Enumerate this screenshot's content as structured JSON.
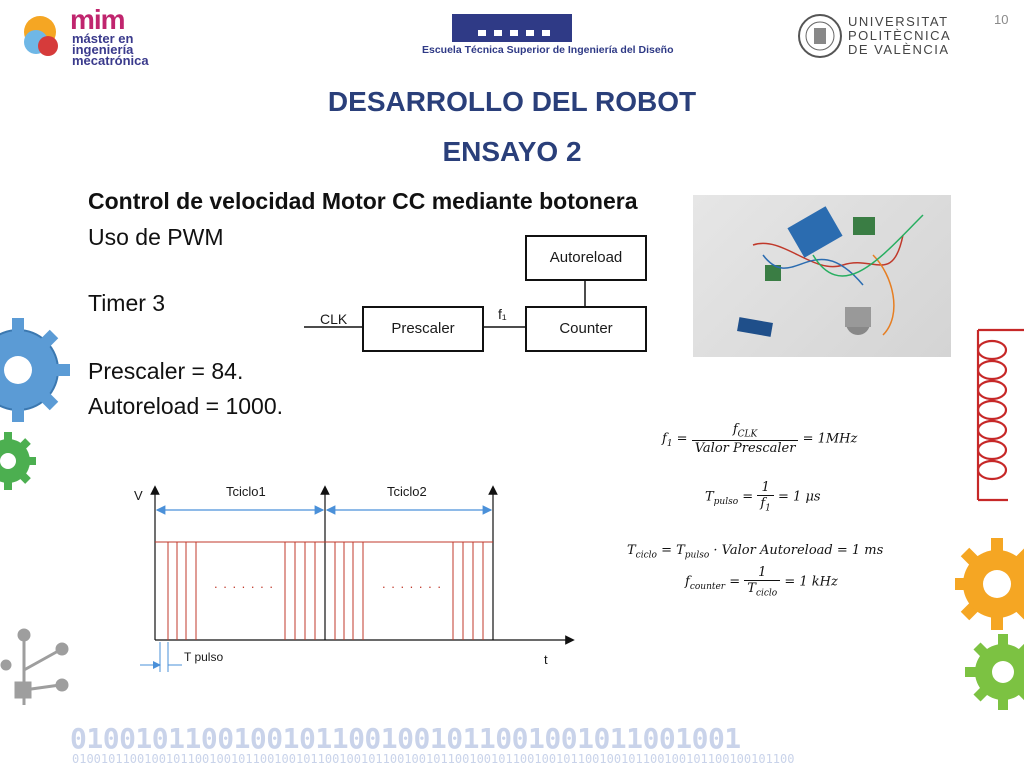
{
  "page_number": "10",
  "logos": {
    "mim_big": "mim",
    "mim_lines": [
      "máster en",
      "ingeniería",
      "mecatrónica"
    ],
    "etsid": "Escuela Técnica Superior de Ingeniería del Diseño",
    "upv_lines": [
      "UNIVERSITAT",
      "POLITÈCNICA",
      "DE VALÈNCIA"
    ]
  },
  "title": "DESARROLLO DEL ROBOT",
  "subtitle": "ENSAYO 2",
  "body": {
    "heading": "Control de velocidad Motor CC mediante botonera",
    "line1": "Uso de PWM",
    "line2": "Timer 3",
    "line3": "Prescaler = 84.",
    "line4": "Autoreload = 1000."
  },
  "block_diagram": {
    "autoreload": "Autoreload",
    "prescaler": "Prescaler",
    "counter": "Counter",
    "clk": "CLK",
    "f1": "f₁"
  },
  "pwm_diagram": {
    "v_label": "V",
    "t_label": "t",
    "tciclo1": "Tciclo1",
    "tciclo2": "Tciclo2",
    "tpulso": "T pulso",
    "dots": ". . . . . . ."
  },
  "equations": {
    "f1_lhs": "f",
    "f1_num": "f",
    "f1_den": "Valor Prescaler",
    "f1_rhs": "= 1MHz",
    "tpulso_lhs": "T",
    "tpulso_num": "1",
    "tpulso_den": "f",
    "tpulso_rhs": "= 1 μs",
    "tciclo": "= T",
    "tciclo_rhs": "· Valor Autoreload = 1 ms",
    "fcounter_lhs": "f",
    "fcounter_num": "1",
    "fcounter_den": "T",
    "fcounter_rhs": "= 1 kHz",
    "sub_clk": "CLK",
    "sub_pulso": "pulso",
    "sub_ciclo": "ciclo",
    "sub_counter": "counter",
    "sub_1": "1"
  },
  "footer": {
    "binary_large": "01001011001001011001001011001001011001001",
    "binary_small": "0100101100100101100100101100100101100100101100100101100100101100100101100100101100100101100100101100"
  },
  "colors": {
    "title": "#2a3f7a",
    "pwm_red": "#c0392b",
    "pwm_blue": "#4a90d9",
    "gear_blue": "#5b9bd5",
    "gear_green": "#4caf50",
    "gear_orange": "#f5a623",
    "coil_red": "#c62828"
  }
}
